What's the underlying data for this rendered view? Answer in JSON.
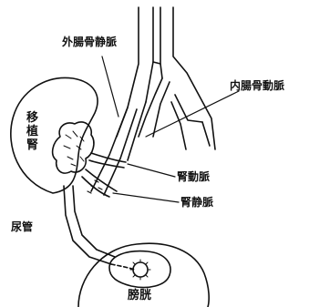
{
  "labels": {
    "external_iliac_vein": "外腸骨静脈",
    "internal_iliac_artery": "内腸骨動脈",
    "transplanted_kidney": "移植腎",
    "renal_artery": "腎動脈",
    "renal_vein": "腎静脈",
    "ureter": "尿管",
    "bladder": "膀胱"
  },
  "colors": {
    "ink": "#111111",
    "background": "#ffffff"
  }
}
